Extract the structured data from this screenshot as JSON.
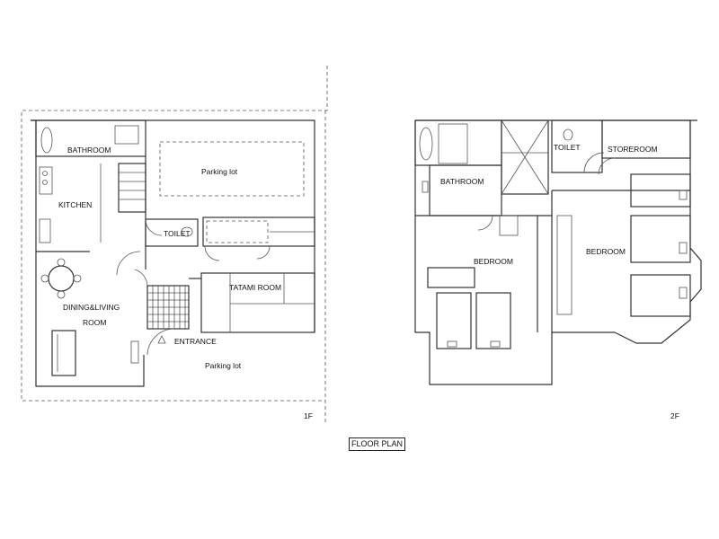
{
  "title": "FLOOR PLAN",
  "floor1": {
    "label": "1F",
    "rooms": {
      "bathroom": "BATHROOM",
      "kitchen": "KITCHEN",
      "toilet": "TOILET",
      "parking_top": "Parking lot",
      "dining_line1": "DINING&LIVING",
      "dining_line2": "ROOM",
      "tatami": "TATAMI ROOM",
      "entrance": "ENTRANCE",
      "parking_bottom": "Parking lot"
    }
  },
  "floor2": {
    "label": "2F",
    "rooms": {
      "bathroom": "BATHROOM",
      "toilet": "TOILET",
      "storeroom": "STOREROOM",
      "bedroom_left": "BEDROOM",
      "bedroom_right": "BEDROOM"
    }
  }
}
